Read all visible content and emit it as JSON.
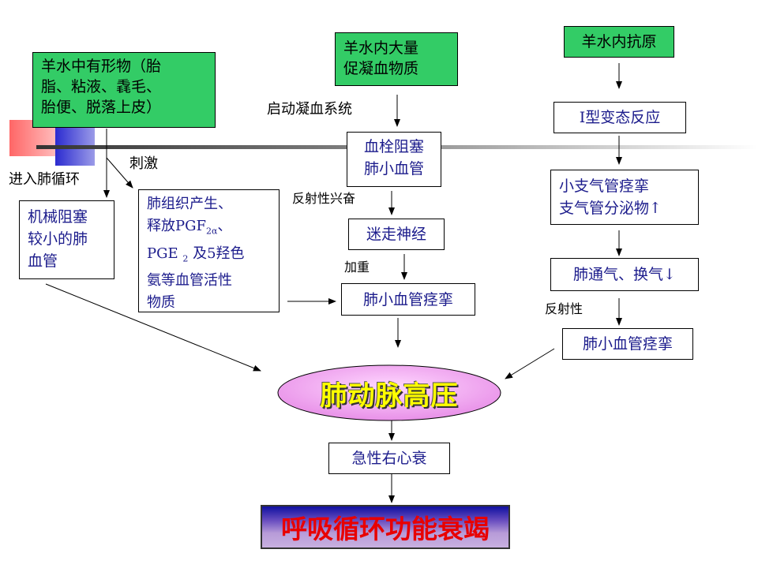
{
  "nodes": {
    "amniotic_particles": [
      "羊水中有形物（胎",
      "脂、粘液、毳毛、",
      "胎便、脱落上皮）"
    ],
    "coagulants": [
      "羊水内大量",
      "促凝血物质"
    ],
    "antigen": "羊水内抗原",
    "embolism": [
      "血栓阻塞",
      "肺小血管"
    ],
    "type1_reaction": "I型变态反应",
    "mechanical": [
      "机械阻塞",
      "较小的肺",
      "血管"
    ],
    "vasoactive": {
      "line1": "肺组织产生、",
      "line2_a": "释放PGF",
      "line2_sub": "2α",
      "line2_b": "、",
      "line3_a": "PGE ",
      "line3_sub": "2",
      "line3_b": " 及5羟色",
      "line4": "氨等血管活性",
      "line5": "物质"
    },
    "vagus": "迷走神经",
    "bronchospasm": [
      "小支气管痉挛",
      "支气管分泌物↑"
    ],
    "pulmonary_spasm_center": "肺小血管痉挛",
    "ventilation": "肺通气、换气↓",
    "pulmonary_spasm_right": "肺小血管痉挛",
    "pulmonary_hypertension": "肺动脉高压",
    "heart_failure": "急性右心衰",
    "final": "呼吸循环功能衰竭"
  },
  "edge_labels": {
    "start_coag": "启动凝血系统",
    "stimulate": "刺激",
    "enter_circulation": "进入肺循环",
    "reflex_excite": "反射性兴奋",
    "aggravate": "加重",
    "reflex": "反射性"
  },
  "colors": {
    "green_box": "#33cc66",
    "box_text": "#1c1c8c",
    "ellipse_fill": "#f0a0f0",
    "ellipse_text": "#ffff00",
    "final_text": "#e80000",
    "final_bg_top": "#1010a0",
    "final_bg_bottom": "#c8b0e0",
    "deco_red": "#ff4444",
    "deco_blue": "#2b2bd0"
  }
}
